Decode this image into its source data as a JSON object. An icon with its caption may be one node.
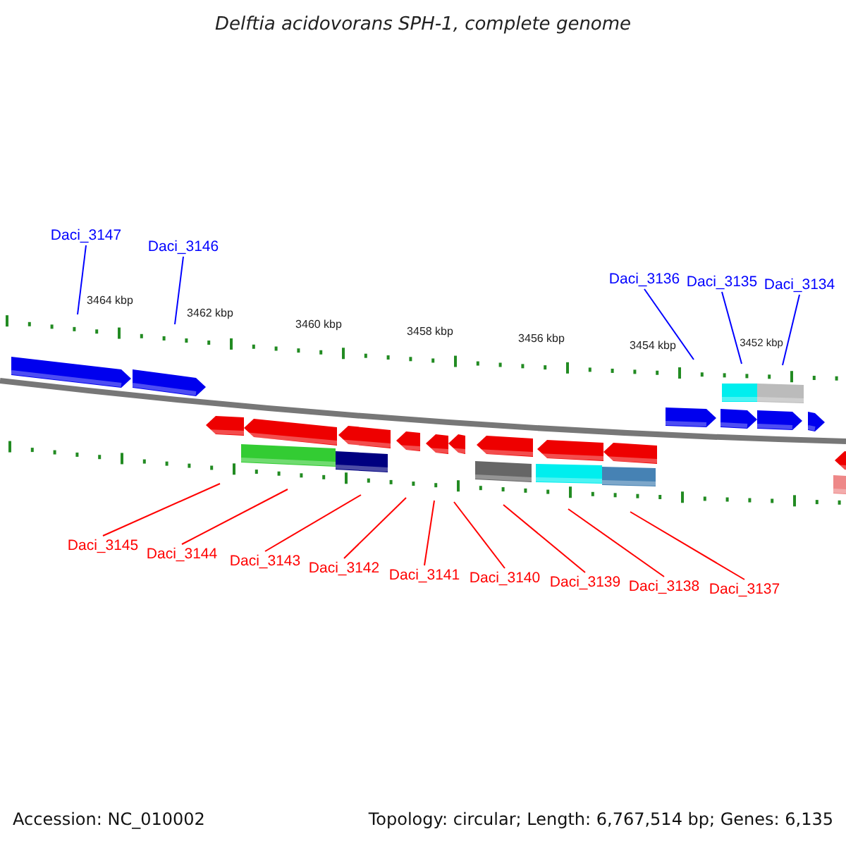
{
  "diagram": {
    "title": "Delftia acidovorans SPH-1, complete genome",
    "nodes": [
      {
        "text": [
          "Daci_3147"
        ]
      },
      {
        "text": [
          "Daci_3146"
        ]
      },
      {
        "text": [
          "Daci_3136"
        ]
      },
      {
        "text": [
          "Daci_3135"
        ]
      },
      {
        "text": [
          "Daci_3134"
        ]
      },
      {
        "text": [
          "Daci_3145"
        ]
      },
      {
        "text": [
          "Daci_3144"
        ]
      },
      {
        "text": [
          "Daci_3143"
        ]
      },
      {
        "text": [
          "Daci_3142"
        ]
      },
      {
        "text": [
          "Daci_3141"
        ]
      },
      {
        "text": [
          "Daci_3140"
        ]
      },
      {
        "text": [
          "Daci_3139"
        ]
      },
      {
        "text": [
          "Daci_3138"
        ]
      },
      {
        "text": [
          "Daci_3137"
        ]
      }
    ],
    "edges": [
      {
        "from": 0,
        "to": null,
        "arrow": "none",
        "color": "#0000ff"
      },
      {
        "from": 1,
        "to": null,
        "arrow": "none",
        "color": "#0000ff"
      },
      {
        "from": 2,
        "to": null,
        "arrow": "none",
        "color": "#0000ff"
      },
      {
        "from": 3,
        "to": null,
        "arrow": "none",
        "color": "#0000ff"
      },
      {
        "from": 4,
        "to": null,
        "arrow": "none",
        "color": "#0000ff"
      },
      {
        "from": 5,
        "to": null,
        "arrow": "none"
      },
      {
        "from": 6,
        "to": null,
        "arrow": "none"
      },
      {
        "from": 7,
        "to": null,
        "arrow": "none"
      },
      {
        "from": 8,
        "to": null,
        "arrow": "none"
      },
      {
        "from": 9,
        "to": null,
        "arrow": "none"
      },
      {
        "from": 10,
        "to": null,
        "arrow": "none"
      },
      {
        "from": 11,
        "to": null,
        "arrow": "none"
      },
      {
        "from": 12,
        "to": null,
        "arrow": "none"
      },
      {
        "from": 13,
        "to": null,
        "arrow": "none"
      }
    ],
    "labels": [
      "3464 kbp",
      "3462 kbp",
      "3460 kbp",
      "3458 kbp",
      "3456 kbp",
      "3454 kbp",
      "3452 kbp",
      "Accession: NC_010002",
      "Topology: circular; Length: 6,767,514 bp; Genes: 6,135"
    ]
  }
}
